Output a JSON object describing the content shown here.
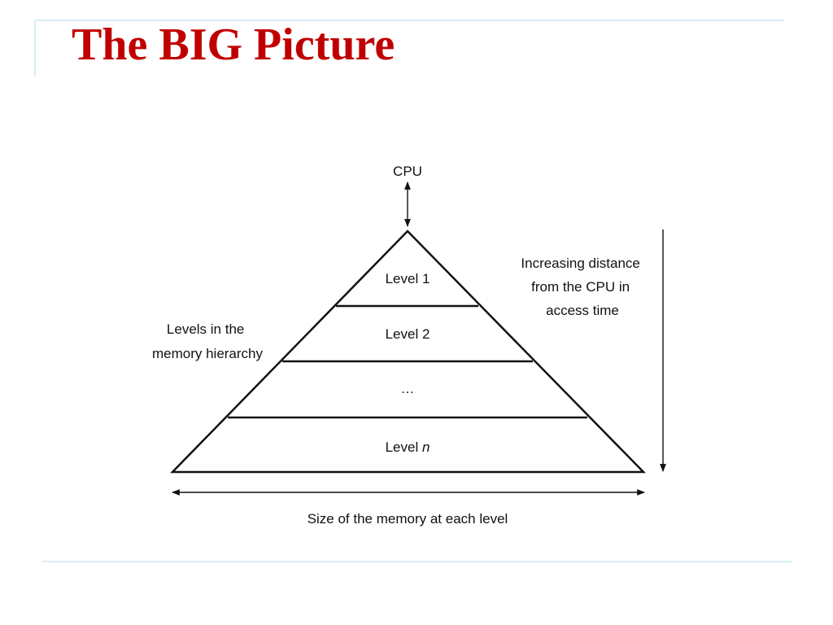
{
  "slide": {
    "title": "The BIG Picture",
    "accent_color": "#c00000",
    "rule_color": "#d7eef3"
  },
  "diagram": {
    "cpu_label": "CPU",
    "levels": [
      {
        "label": "Level 1",
        "italic_suffix": ""
      },
      {
        "label": "Level 2",
        "italic_suffix": ""
      },
      {
        "label": "…",
        "italic_suffix": ""
      },
      {
        "label": "Level ",
        "italic_suffix": "n"
      }
    ],
    "left_caption": [
      "Levels in the",
      "memory hierarchy"
    ],
    "right_caption": [
      "Increasing distance",
      "from the CPU in",
      "access time"
    ],
    "bottom_caption": "Size of the memory at each level"
  }
}
